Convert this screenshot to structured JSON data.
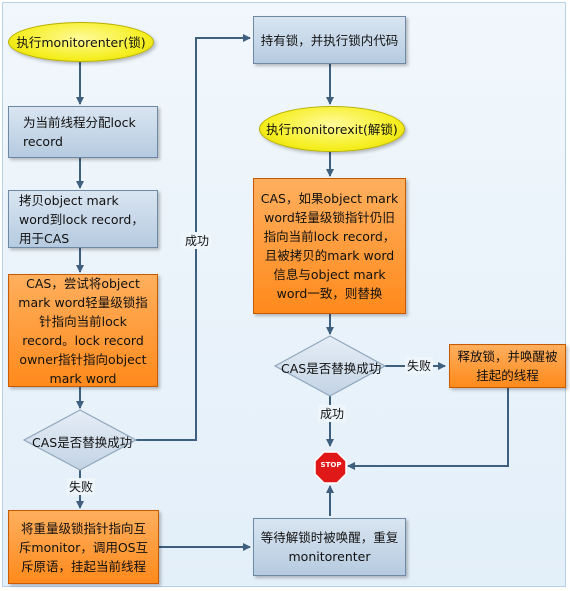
{
  "nodes": {
    "start": "执行monitorenter(锁)",
    "allocate": "为当前线程分配lock record",
    "copy": "拷贝object mark word到lock record，用于CAS",
    "cas_try": "CAS，尝试将object mark word轻量级锁指针指向当前lock record。lock record owner指针指向object mark word",
    "decision1": "CAS是否替换成功",
    "inflate": "将重量级锁指针指向互斥monitor，调用OS互斥原语，挂起当前线程",
    "hold": "持有锁，并执行锁内代码",
    "exit": "执行monitorexit(解锁)",
    "cas_exit": "CAS，如果object mark word轻量级锁指针仍旧指向当前lock record，且被拷贝的mark word信息与object mark word一致，则替换",
    "decision2": "CAS是否替换成功",
    "release": "释放锁，并唤醒被挂起的线程",
    "wait": "等待解锁时被唤醒，重复monitorenter",
    "stop": "STOP"
  },
  "edge_labels": {
    "success_up": "成功",
    "fail_down": "失败",
    "fail_right": "失败",
    "success_down": "成功"
  },
  "colors": {
    "arrow": "#3f5f7f",
    "stop": "#e01818"
  }
}
